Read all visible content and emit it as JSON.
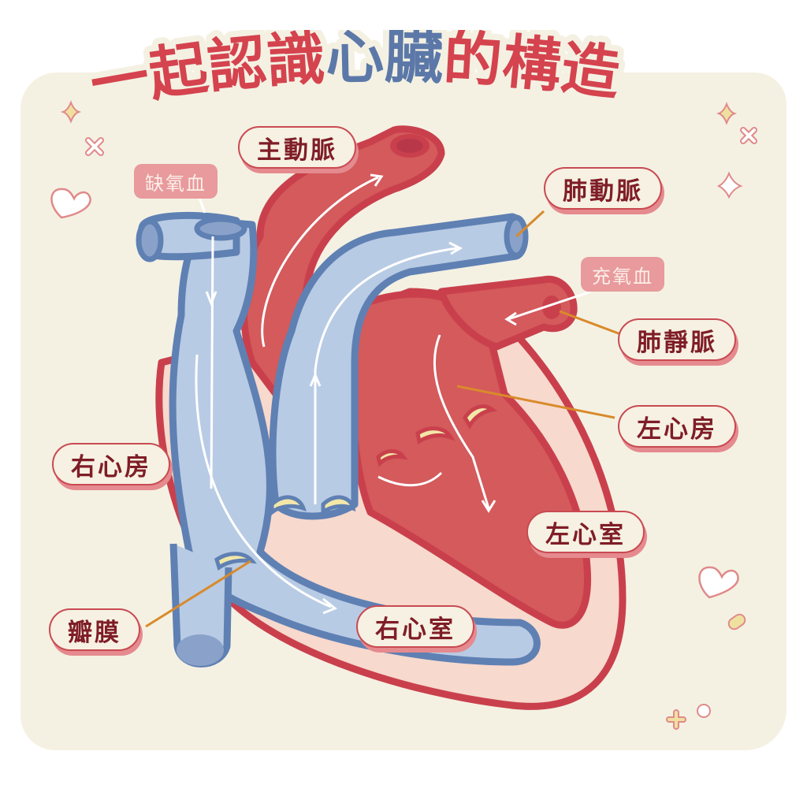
{
  "title": {
    "parts": [
      {
        "text": "一起認識",
        "color": "#d4434e"
      },
      {
        "text": "心臟",
        "color": "#5b78a8"
      },
      {
        "text": "的構造",
        "color": "#d4434e"
      }
    ],
    "full": "一起認識心臟的構造"
  },
  "labels": {
    "aorta": "主動脈",
    "pulmonary_artery": "肺動脈",
    "pulmonary_vein": "肺靜脈",
    "left_atrium": "左心房",
    "left_ventricle": "左心室",
    "right_atrium": "右心房",
    "right_ventricle": "右心室",
    "valve": "瓣膜"
  },
  "tags": {
    "deoxygenated": "缺氧血",
    "oxygenated": "充氧血"
  },
  "colors": {
    "background": "#f4f1e3",
    "oxygenated_red": "#d45a5c",
    "outline_red": "#c9404c",
    "deoxygenated_blue": "#b8cbe4",
    "outline_blue": "#5f80b3",
    "wall_pink": "#f7d9cd",
    "valve_yellow": "#f3e7a8",
    "leader_line": "#d98a2b",
    "label_text": "#7f1d27"
  },
  "decorations": [
    "sparkle-icon",
    "cross-icon",
    "heart-icon",
    "sparkle-icon",
    "cross-icon",
    "sparkle-icon",
    "heart-icon",
    "pill-icon",
    "plus-icon",
    "circle-icon"
  ]
}
